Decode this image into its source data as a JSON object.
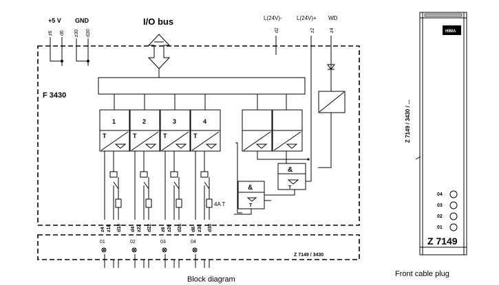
{
  "header": {
    "supply_plus5": "+5 V",
    "supply_gnd": "GND",
    "io_bus": "I/O bus",
    "l24_minus": "L(24V)-",
    "l24_plus": "L(24V)+",
    "wd": "WD"
  },
  "top_pins": {
    "plus5": [
      "z6",
      "d6"
    ],
    "gnd": [
      "z30",
      "d30"
    ],
    "l_minus": "d2",
    "l_plus": "z2",
    "wd": "z4"
  },
  "module": {
    "name": "F 3430",
    "channels": [
      "1",
      "2",
      "3",
      "4"
    ],
    "t_label": "T",
    "gate_symbol": "&",
    "fuse_rating": "4A T",
    "bottom_pins": [
      "z4",
      "z18",
      "d18",
      "d4",
      "z22",
      "d22",
      "z6",
      "z26",
      "d26",
      "d6",
      "z30",
      "d30"
    ]
  },
  "cable": {
    "name": "Z 7149 / 3430",
    "outputs": [
      "01",
      "02",
      "03",
      "04"
    ]
  },
  "plug": {
    "vertical_label": "Z 7149 / 3430 / ...",
    "brand": "HIMA",
    "leds": [
      "04",
      "03",
      "02",
      "01"
    ],
    "name": "Z 7149"
  },
  "captions": {
    "block_diagram": "Block diagram",
    "front_plug": "Front cable plug"
  }
}
